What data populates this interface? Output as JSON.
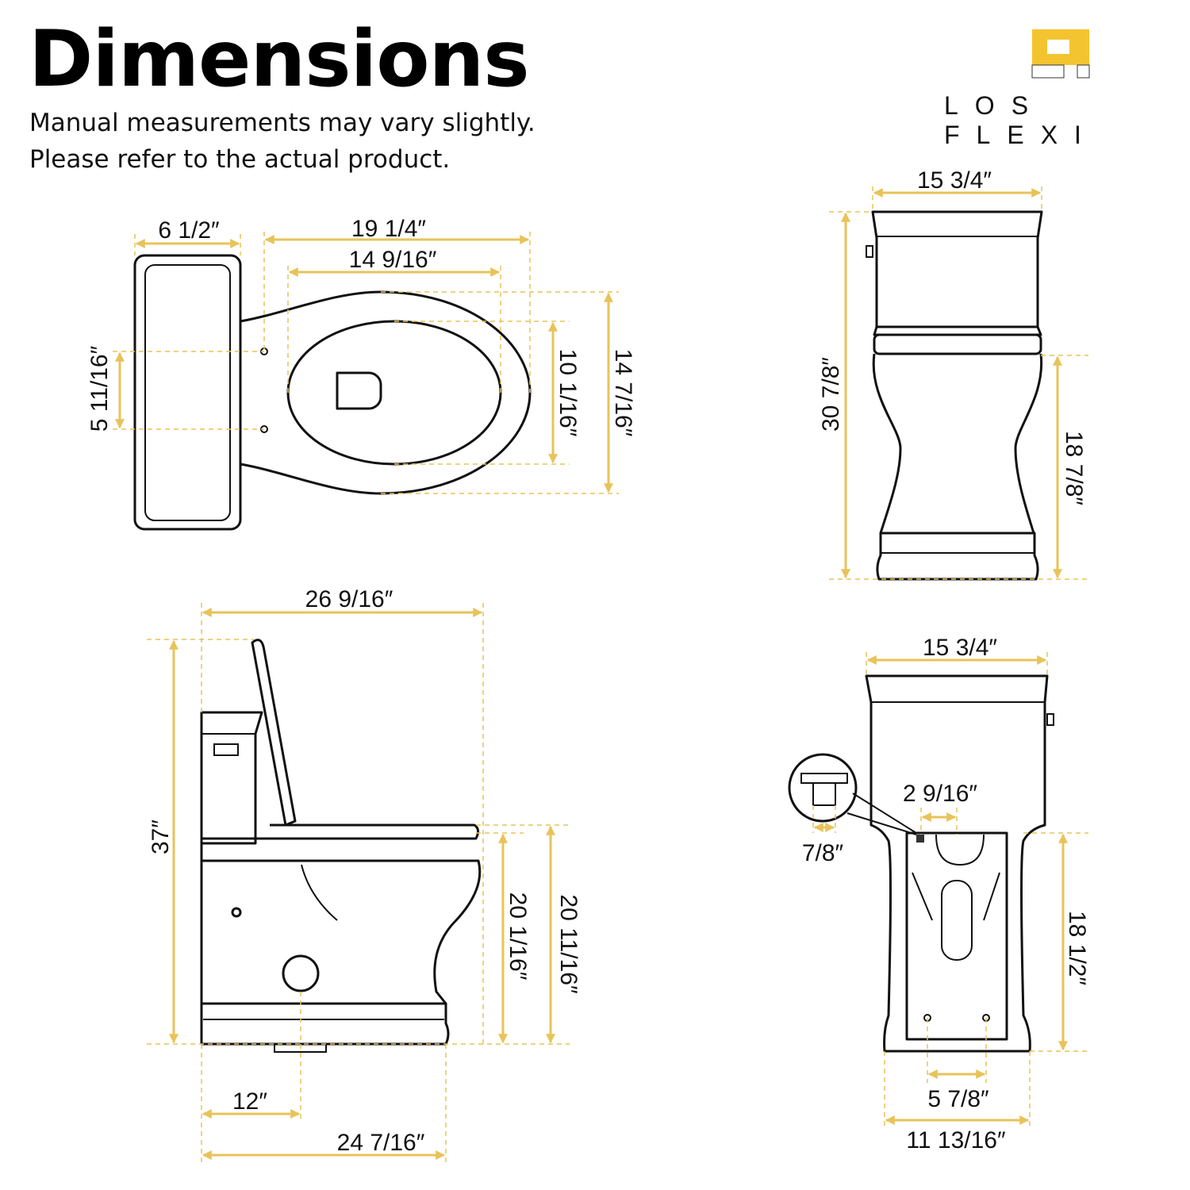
{
  "header": {
    "title": "Dimensions",
    "note_line1": "Manual measurements may vary slightly.",
    "note_line2": "Please refer to the actual product."
  },
  "brand": {
    "name": "LOS FLEXI"
  },
  "colors": {
    "dimension": "#e8c35a",
    "outline": "#111111"
  },
  "top_view": {
    "tank_depth": "6 1/2″",
    "overall_length": "19 1/4″",
    "seat_length": "14 9/16″",
    "bolt_spacing": "5 11/16″",
    "seat_width": "10 1/16″",
    "bowl_width": "14 7/16″"
  },
  "front_view": {
    "width": "15 3/4″",
    "height": "30 7/8″",
    "seat_height": "18 7/8″"
  },
  "side_view": {
    "depth": "26 9/16″",
    "height_lid_open": "37″",
    "seat_height_a": "20 1/16″",
    "seat_height_b": "20 11/16″",
    "rough_in": "12″",
    "base_depth": "24 7/16″"
  },
  "back_view": {
    "width": "15 3/4″",
    "supply_offset": "2 9/16″",
    "supply_thread": "7/8″",
    "supply_height": "18 1/2″",
    "bolt_spacing": "5 7/8″",
    "base_width": "11 13/16″"
  }
}
